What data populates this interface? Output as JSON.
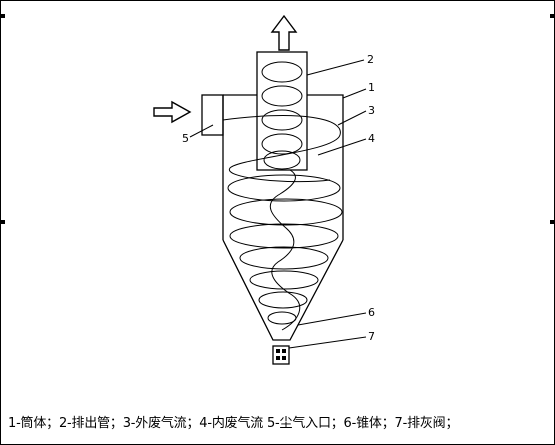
{
  "diagram": {
    "labels": {
      "exhaust_pipe": "2",
      "cylinder": "1",
      "outer_vortex": "3",
      "inner_vortex": "4",
      "inlet": "5",
      "cone": "6",
      "discharge_valve": "7"
    },
    "caption": "1-筒体；2-排出管；3-外废气流；4-内废气流 5-尘气入口；6-锥体；7-排灰阀；"
  },
  "colors": {
    "line": "#000000",
    "background": "#ffffff"
  }
}
